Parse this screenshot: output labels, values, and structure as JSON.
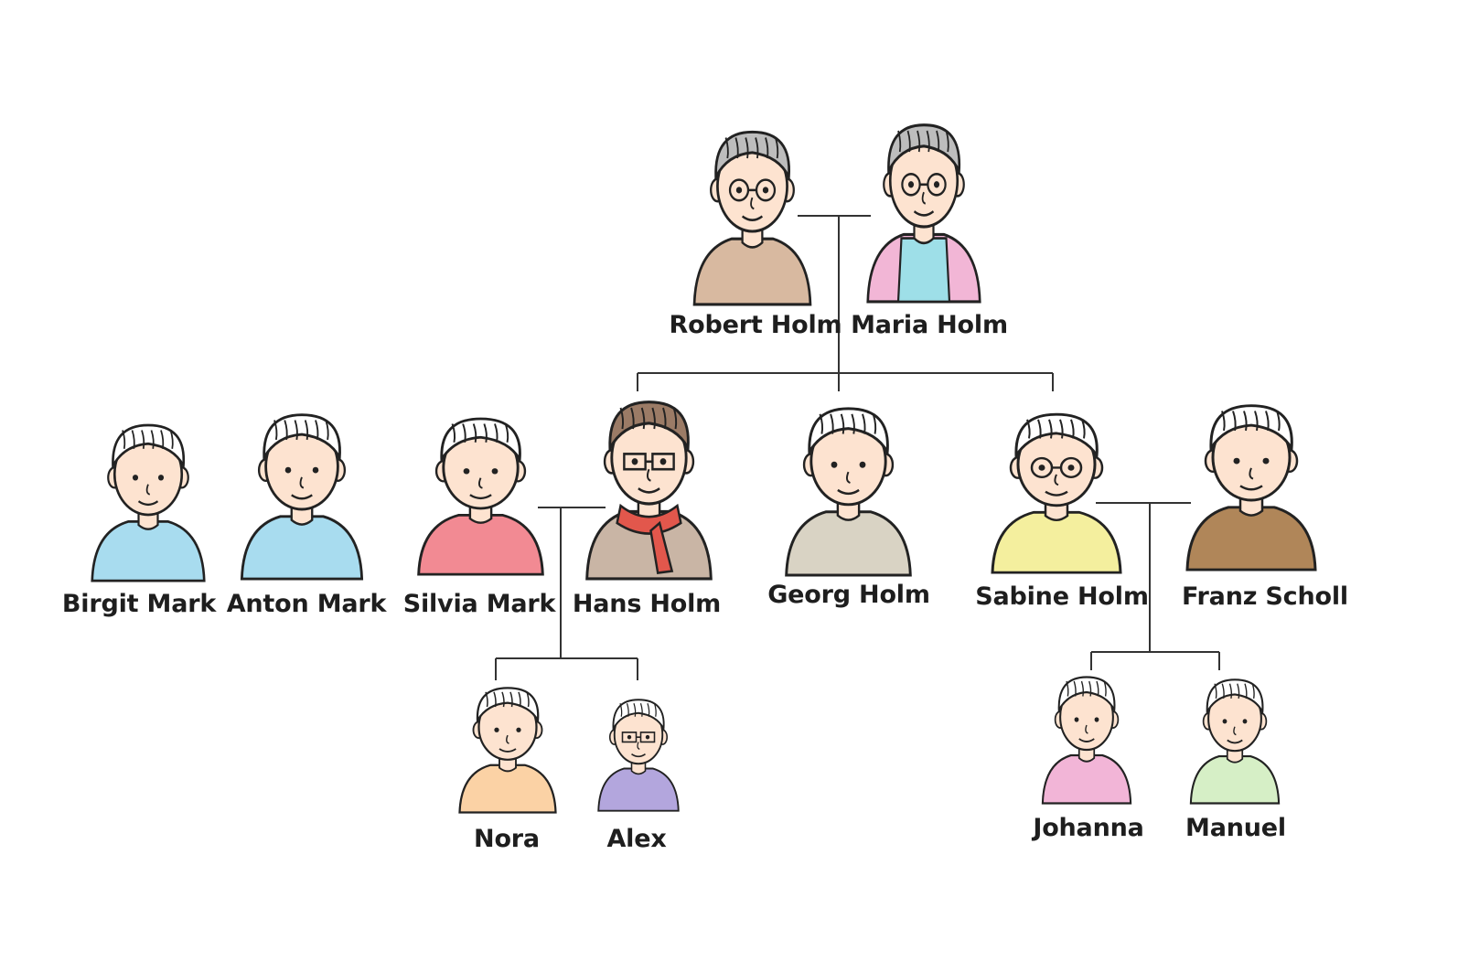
{
  "colors": {
    "ink": "#222222",
    "skin": "#fde3d0",
    "line": "#333333",
    "background": "#ffffff"
  },
  "people": [
    {
      "id": "robert",
      "name": "Robert Holm",
      "icon": "grandfather-avatar-icon",
      "shirt": "#d8b9a0",
      "hair": "#bdbdbd",
      "glasses": "round"
    },
    {
      "id": "maria",
      "name": "Maria Holm",
      "icon": "grandmother-avatar-icon",
      "shirt": "#9edfe8",
      "jacket": "#f2b6d6",
      "hair": "#bdbdbd",
      "glasses": "round"
    },
    {
      "id": "birgit",
      "name": "Birgit Mark",
      "icon": "girl-avatar-icon",
      "shirt": "#a8dcef",
      "hair": "#ffffff"
    },
    {
      "id": "anton",
      "name": "Anton Mark",
      "icon": "boy-avatar-icon",
      "shirt": "#a8dcef",
      "hair": "#ffffff"
    },
    {
      "id": "silvia",
      "name": "Silvia Mark",
      "icon": "woman-avatar-icon",
      "shirt": "#f28a93",
      "hair": "#ffffff"
    },
    {
      "id": "hans",
      "name": "Hans Holm",
      "icon": "man-with-cap-avatar-icon",
      "shirt": "#c9b5a5",
      "scarf": "#e2574c",
      "hair": "#9b7b66",
      "glasses": "square"
    },
    {
      "id": "georg",
      "name": "Georg Holm",
      "icon": "man-avatar-icon",
      "shirt": "#d9d3c4",
      "hair": "#ffffff"
    },
    {
      "id": "sabine",
      "name": "Sabine Holm",
      "icon": "woman-with-glasses-avatar-icon",
      "shirt": "#f4ef9e",
      "hair": "#ffffff",
      "glasses": "round"
    },
    {
      "id": "franz",
      "name": "Franz Scholl",
      "icon": "man-in-suit-avatar-icon",
      "shirt": "#b08659",
      "hair": "#ffffff"
    },
    {
      "id": "nora",
      "name": "Nora",
      "icon": "girl-avatar-icon",
      "shirt": "#fbd2a5",
      "hair": "#ffffff"
    },
    {
      "id": "alex",
      "name": "Alex",
      "icon": "boy-with-glasses-avatar-icon",
      "shirt": "#b3a6dd",
      "hair": "#ffffff",
      "glasses": "square"
    },
    {
      "id": "johanna",
      "name": "Johanna",
      "icon": "girl-avatar-icon",
      "shirt": "#f2b5d7",
      "hair": "#ffffff"
    },
    {
      "id": "manuel",
      "name": "Manuel",
      "icon": "boy-avatar-icon",
      "shirt": "#d6efc6",
      "hair": "#ffffff"
    }
  ],
  "relations": {
    "couples": [
      [
        "robert",
        "maria"
      ],
      [
        "silvia",
        "hans"
      ],
      [
        "sabine",
        "franz"
      ]
    ],
    "children": [
      {
        "parents": [
          "robert",
          "maria"
        ],
        "children": [
          "hans",
          "georg",
          "sabine"
        ]
      },
      {
        "parents": [
          "silvia",
          "hans"
        ],
        "children": [
          "nora",
          "alex"
        ]
      },
      {
        "parents": [
          "sabine",
          "franz"
        ],
        "children": [
          "johanna",
          "manuel"
        ]
      }
    ]
  }
}
